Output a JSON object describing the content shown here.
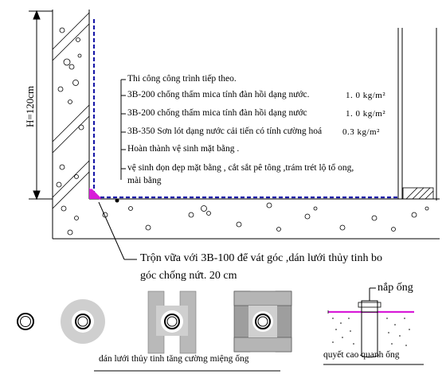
{
  "dimension_label": "H=120cm",
  "layer_notes": [
    {
      "text": "Thi công công trình tiếp theo.",
      "value": ""
    },
    {
      "text": "3B-200  chống thấm mica tính đàn hồi dạng nước.",
      "value": "1. 0  kg/m²"
    },
    {
      "text": "3B-200 chống thấm mica tính đàn hồi dạng nước",
      "value": "1. 0  kg/m²"
    },
    {
      "text": "3B-350 Sơn lót dạng nước cải tiến có tính cường hoá",
      "value": "0.3  kg/m²"
    },
    {
      "text": "Hoàn thành vệ sinh mặt bằng .",
      "value": ""
    },
    {
      "text": "vệ sinh dọn dẹp mặt bằng , cắt sắt pê tông ,trám trét lộ tổ ong,",
      "value": ""
    },
    {
      "text": "mài bằng",
      "value": ""
    }
  ],
  "corner_note_line1": "Trộn vữa với 3B-100 để vát góc ,dán lưới thủy tinh bo",
  "corner_note_line2": "góc chống nứt. 20 cm",
  "cap_label": "nắp ống",
  "pipe_caption_left": "dán lưới thủy tinh tăng cường miệng  ống",
  "pipe_caption_right": "quyết cao quanh ống",
  "colors": {
    "membrane": "#1a1aa8",
    "corner": "#d81bd8",
    "line": "#000000"
  }
}
